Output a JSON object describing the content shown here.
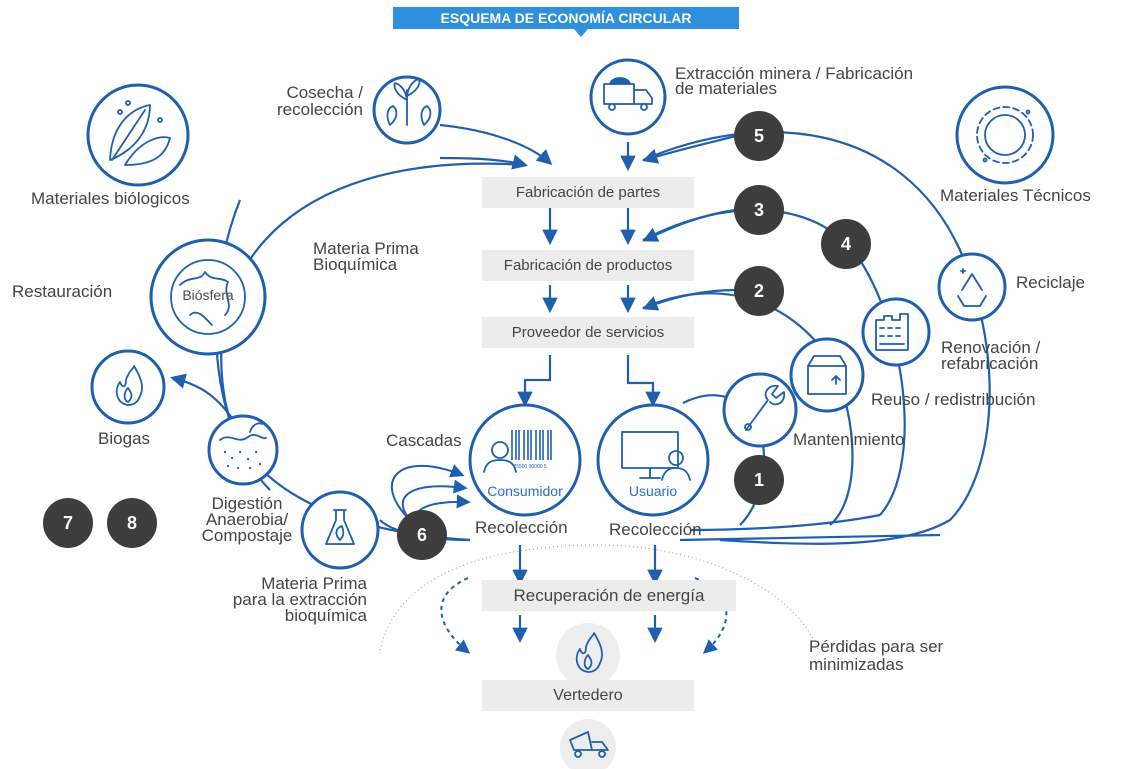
{
  "title": "ESQUEMA DE ECONOMÍA CIRCULAR",
  "boxes": {
    "fabricacion_partes": "Fabricación de partes",
    "fabricacion_productos": "Fabricación de productos",
    "proveedor_servicios": "Proveedor de servicios",
    "recuperacion_energia": "Recuperación de energía",
    "vertedero": "Vertedero"
  },
  "labels": {
    "cosecha": "Cosecha /\nrecolección",
    "extraccion": "Extracción minera / Fabricación\nde materiales",
    "materiales_biologicos": "Materiales biólogicos",
    "materiales_tecnicos": "Materiales Técnicos",
    "materia_prima_bioquimica": "Materia Prima\nBioquímica",
    "restauracion": "Restauración",
    "reciclaje": "Reciclaje",
    "renovacion": "Renovación /\nrefabricación",
    "reuso": "Reuso / redistribución",
    "mantenimiento": "Mantenimiento",
    "biogas": "Biogas",
    "cascadas": "Cascadas",
    "digestion": "Digestión\nAnaerobia/\nCompostaje",
    "recoleccion_left": "Recolección",
    "recoleccion_right": "Recolección",
    "materia_prima_extraccion": "Materia Prima\npara la extracción\nbioquímica",
    "perdidas": "Pérdidas para ser\nminimizadas"
  },
  "circle_labels": {
    "biosfera": "Biósfera",
    "consumidor": "Consumidor",
    "usuario": "Usuario",
    "barcode_number": "25500 00000 5"
  },
  "numbers": {
    "n1": "1",
    "n2": "2",
    "n3": "3",
    "n4": "4",
    "n5": "5",
    "n6": "6",
    "n7": "7",
    "n8": "8"
  },
  "colors": {
    "accent": "#2f8fdc",
    "line": "#1f5fae",
    "badge": "#3d3d3d",
    "box": "#ececec"
  },
  "icons": {
    "biologicos": "leaves-icon",
    "cosecha": "fish-plant-icon",
    "extraccion": "truck-icon",
    "tecnicos": "gear-icon",
    "biosfera": "globe-icon",
    "biogas": "flame-icon",
    "digestion": "soil-icon",
    "materia_prima": "flask-icon",
    "consumidor": "person-barcode-icon",
    "usuario": "person-monitor-icon",
    "mantenimiento": "wrench-icon",
    "reuso": "box-icon",
    "renovacion": "factory-icon",
    "reciclaje": "recycle-icon",
    "energia": "flame-icon",
    "vertedero": "dump-truck-icon"
  }
}
